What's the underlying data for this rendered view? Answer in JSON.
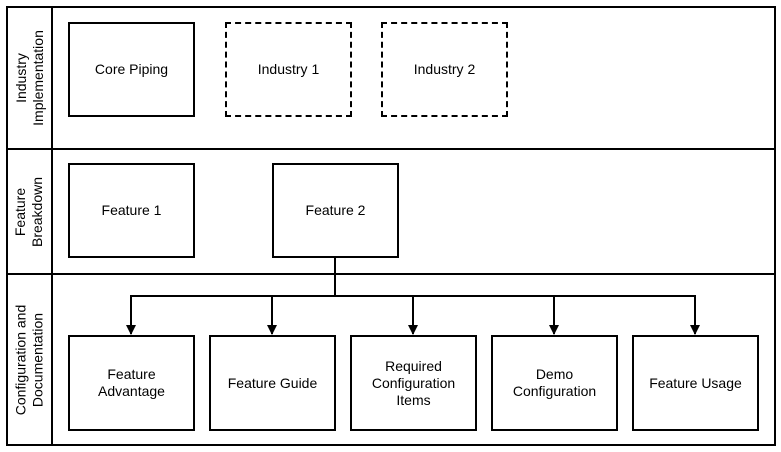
{
  "lanes": [
    {
      "label": "Industry\nImplementation"
    },
    {
      "label": "Feature\nBreakdown"
    },
    {
      "label": "Configuration and\nDocumentation"
    }
  ],
  "industry": {
    "core": "Core Piping",
    "industry1": "Industry 1",
    "industry2": "Industry 2"
  },
  "features": {
    "feature1": "Feature 1",
    "feature2": "Feature 2"
  },
  "docs": [
    {
      "label": "Feature\nAdvantage"
    },
    {
      "label": "Feature Guide"
    },
    {
      "label": "Required\nConfiguration\nItems"
    },
    {
      "label": "Demo\nConfiguration"
    },
    {
      "label": "Feature Usage"
    }
  ]
}
